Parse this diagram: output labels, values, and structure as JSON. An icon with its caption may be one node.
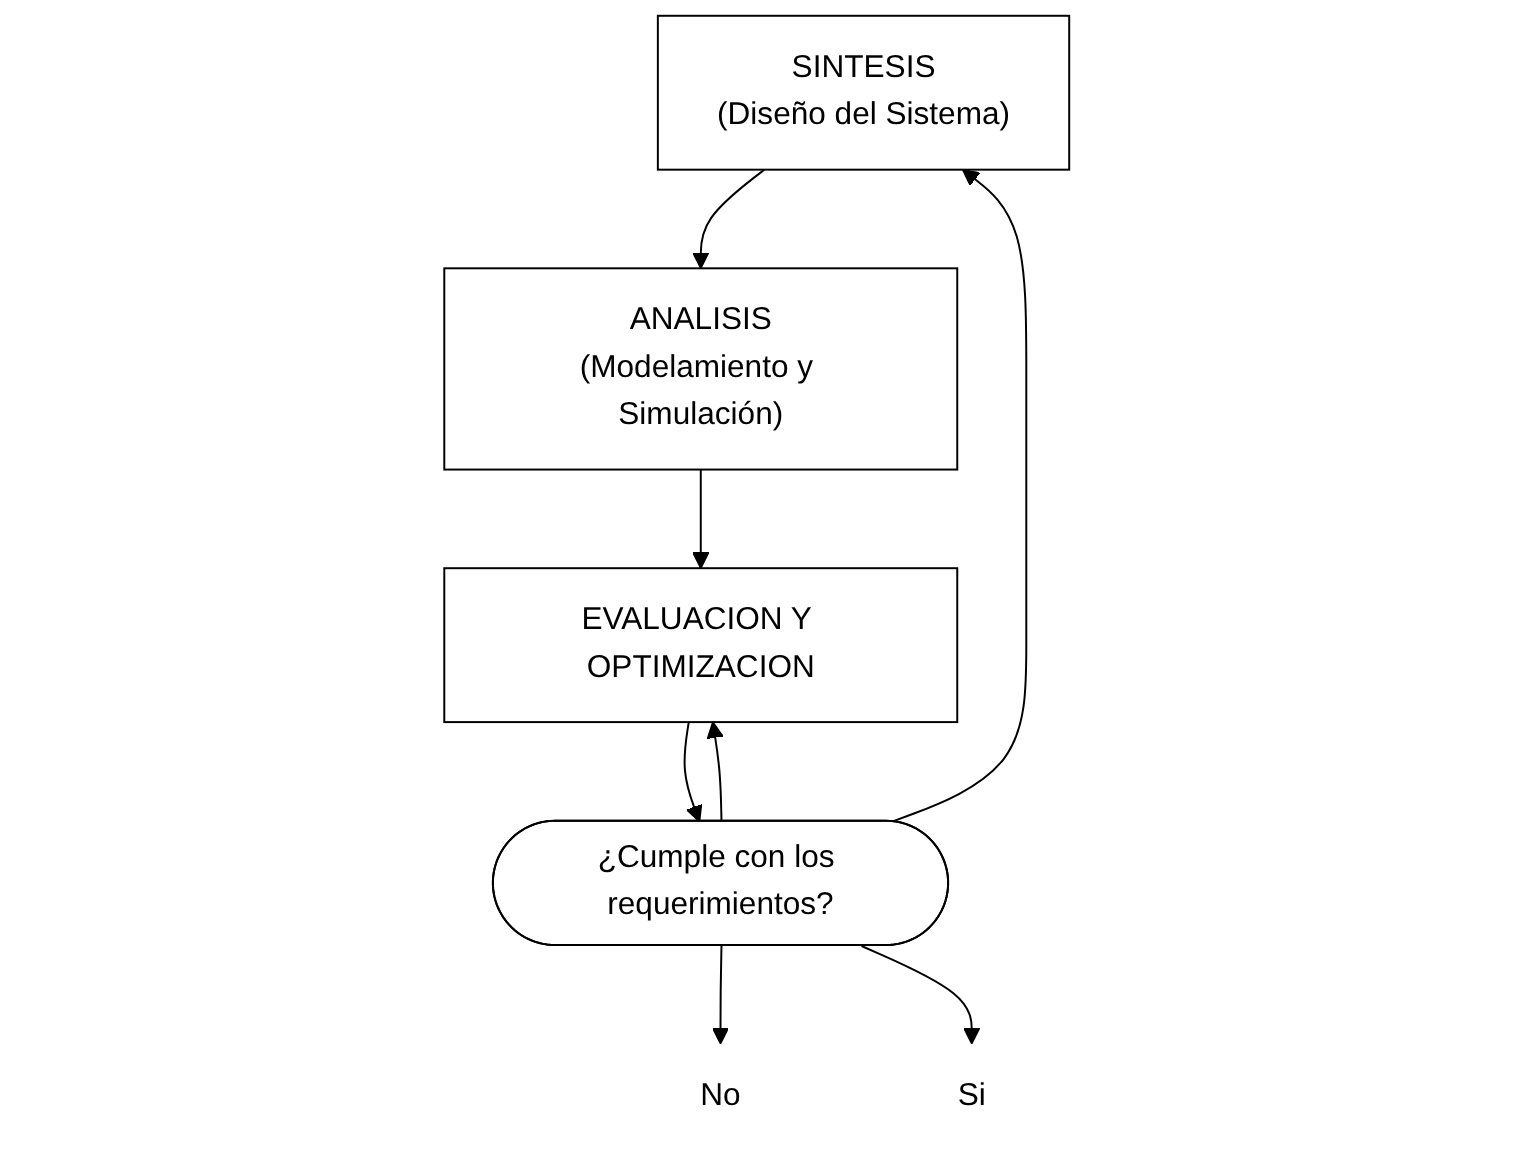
{
  "diagram": {
    "nodes": [
      {
        "text": [
          "SINTESIS",
          "(Diseño del Sistema)"
        ]
      },
      {
        "text": [
          "ANALISIS",
          "(Modelamiento y Simulación)"
        ]
      },
      {
        "text": [
          "EVALUACION Y OPTIMIZACION"
        ]
      },
      {
        "text": [
          "¿Cumple con los requerimientos?"
        ]
      },
      {
        "text": [
          "No"
        ]
      },
      {
        "text": [
          "Si"
        ]
      }
    ],
    "edges": [
      {
        "from": 0,
        "to": 1,
        "arrow": "to"
      },
      {
        "from": 1,
        "to": 2,
        "arrow": "to"
      },
      {
        "from": 2,
        "to": 3,
        "arrow": "to"
      },
      {
        "from": 3,
        "to": 4,
        "arrow": "to"
      },
      {
        "from": 3,
        "to": 0,
        "arrow": "to"
      },
      {
        "from": 3,
        "to": 2,
        "arrow": "to"
      },
      {
        "from": 3,
        "to": 5,
        "arrow": "to"
      }
    ]
  }
}
